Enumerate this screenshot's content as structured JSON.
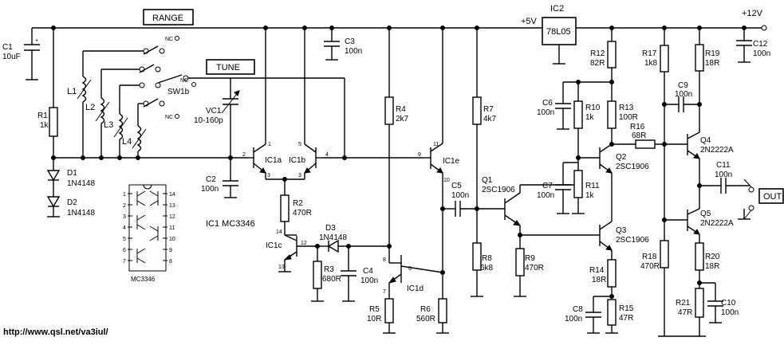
{
  "boxes": {
    "range": "RANGE",
    "tune": "TUNE",
    "out": "OUT",
    "ic2": "78L05"
  },
  "rails": {
    "v5": "+5V",
    "v12": "+12V"
  },
  "nc": [
    "NC",
    "NC",
    "NC"
  ],
  "components": {
    "c1": [
      "C1",
      "10uF"
    ],
    "r1": [
      "R1",
      "1k"
    ],
    "d1": [
      "D1",
      "1N4148"
    ],
    "d2": [
      "D2",
      "1N4148"
    ],
    "l1": "L1",
    "l2": "L2",
    "l3": "L3",
    "l4": "L4",
    "sw1b": "SW1b",
    "vc1": [
      "VC1",
      "10-160p"
    ],
    "c2": [
      "C2",
      "100n"
    ],
    "c3": [
      "C3",
      "100n"
    ],
    "r2": [
      "R2",
      "470R"
    ],
    "r3": [
      "R3",
      "680R"
    ],
    "c4": [
      "C4",
      "100n"
    ],
    "d3": [
      "D3",
      "1N4148"
    ],
    "r4": [
      "R4",
      "2k7"
    ],
    "r5": [
      "R5",
      "10R"
    ],
    "r6": [
      "R6",
      "560R"
    ],
    "r7": [
      "R7",
      "4k7"
    ],
    "r8": [
      "R8",
      "6k8"
    ],
    "c5": [
      "C5",
      "100n"
    ],
    "q1": [
      "Q1",
      "2SC1906"
    ],
    "r9": [
      "R9",
      "470R"
    ],
    "ic2lbl": "IC2",
    "r12": [
      "R12",
      "82R"
    ],
    "c6": [
      "C6",
      "100n"
    ],
    "r10": [
      "R10",
      "1k"
    ],
    "r13": [
      "R13",
      "100R"
    ],
    "r16": [
      "R16",
      "68R"
    ],
    "q2": [
      "Q2",
      "2SC1906"
    ],
    "c7": [
      "C7",
      "100n"
    ],
    "r11": [
      "R11",
      "1k"
    ],
    "q3": [
      "Q3",
      "2SC1906"
    ],
    "r14": [
      "R14",
      "18R"
    ],
    "c8": [
      "C8",
      "100n"
    ],
    "r15": [
      "R15",
      "47R"
    ],
    "r17": [
      "R17",
      "1k8"
    ],
    "r18": [
      "R18",
      "470R"
    ],
    "r19": [
      "R19",
      "18R"
    ],
    "c9": [
      "C9",
      "100n"
    ],
    "q4": [
      "Q4",
      "2N2222A"
    ],
    "q5": [
      "Q5",
      "2N2222A"
    ],
    "c11": [
      "C11",
      "100n"
    ],
    "r20": [
      "R20",
      "18R"
    ],
    "r21": [
      "R21",
      "47R"
    ],
    "c10": [
      "C10",
      "100n"
    ],
    "c12": [
      "C12",
      "100n"
    ],
    "ic1a": "IC1a",
    "ic1b": "IC1b",
    "ic1c": "IC1c",
    "ic1d": "IC1d",
    "ic1e": "IC1e",
    "ic1": "IC1  MC3346",
    "mc3346": "MC3346"
  },
  "pins": {
    "p1": "1",
    "p2": "2",
    "p3": "3",
    "p4": "4",
    "p5": "5",
    "p9": "9",
    "p10": "10",
    "p11": "11",
    "p12": "12",
    "p13": "13",
    "p14": "14",
    "p6": "6",
    "p7": "7",
    "p8": "8"
  },
  "chip_pins_left": [
    "1",
    "2",
    "3",
    "4",
    "5",
    "6",
    "7"
  ],
  "chip_pins_right": [
    "14",
    "13",
    "12",
    "11",
    "10",
    "9",
    "8"
  ],
  "url": "http://www.qsl.net/va3iul/"
}
